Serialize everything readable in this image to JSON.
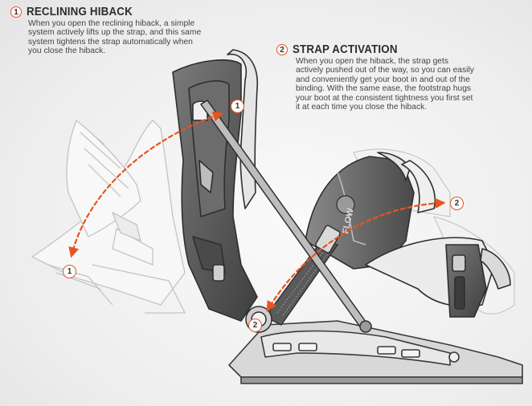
{
  "callouts": [
    {
      "number": "1",
      "title": "RECLINING HIBACK",
      "body": "When  you open the reclining hiback, a simple\nsystem actively lifts up the strap, and this same\nsystem tightens the strap automatically when\nyou close the hiback."
    },
    {
      "number": "2",
      "title": "STRAP ACTIVATION",
      "body": "When  you open the hiback, the strap gets\nactively pushed out of the way, so you can easily\nand conveniently get your boot in and out of the\nbinding. With the same ease, the footstrap hugs\nyour boot at the consistent tightness you first set\nit at each time you close the hiback."
    }
  ],
  "markers": [
    {
      "id": "hiback-top",
      "number": "1"
    },
    {
      "id": "hiback-bottom",
      "number": "1"
    },
    {
      "id": "strap-top",
      "number": "2"
    },
    {
      "id": "strap-pivot",
      "number": "2"
    }
  ],
  "brand_mark": "FLOW",
  "colors": {
    "accent": "#e8541e",
    "line_dark": "#3a3a3a",
    "ghost": "#b8b8b8",
    "fill_dark": "#5e5e5e",
    "fill_light": "#dcdcdc"
  }
}
